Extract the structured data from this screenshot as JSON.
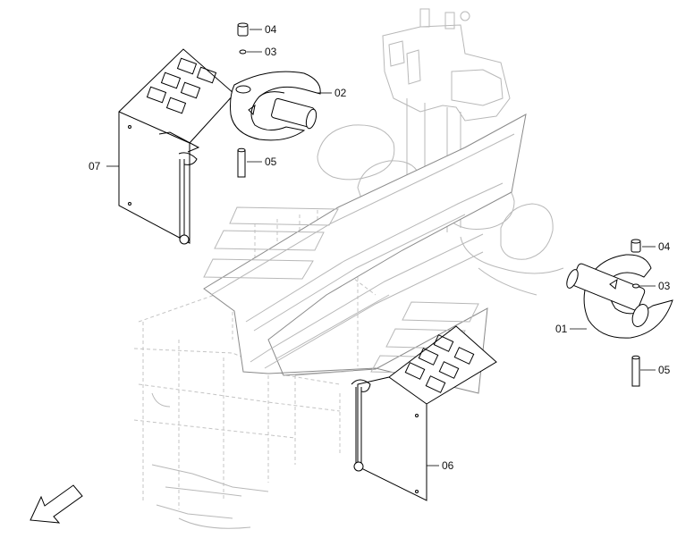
{
  "callouts": {
    "p01": "01",
    "p02": "02",
    "p03_top": "03",
    "p03_right": "03",
    "p04_top": "04",
    "p04_right": "04",
    "p05_top": "05",
    "p05_right": "05",
    "p06": "06",
    "p07": "07"
  },
  "colors": {
    "line": "#000000",
    "ghost": "#b8b8b8",
    "background": "#ffffff"
  },
  "icons": {
    "direction": "direction-arrow-icon"
  }
}
